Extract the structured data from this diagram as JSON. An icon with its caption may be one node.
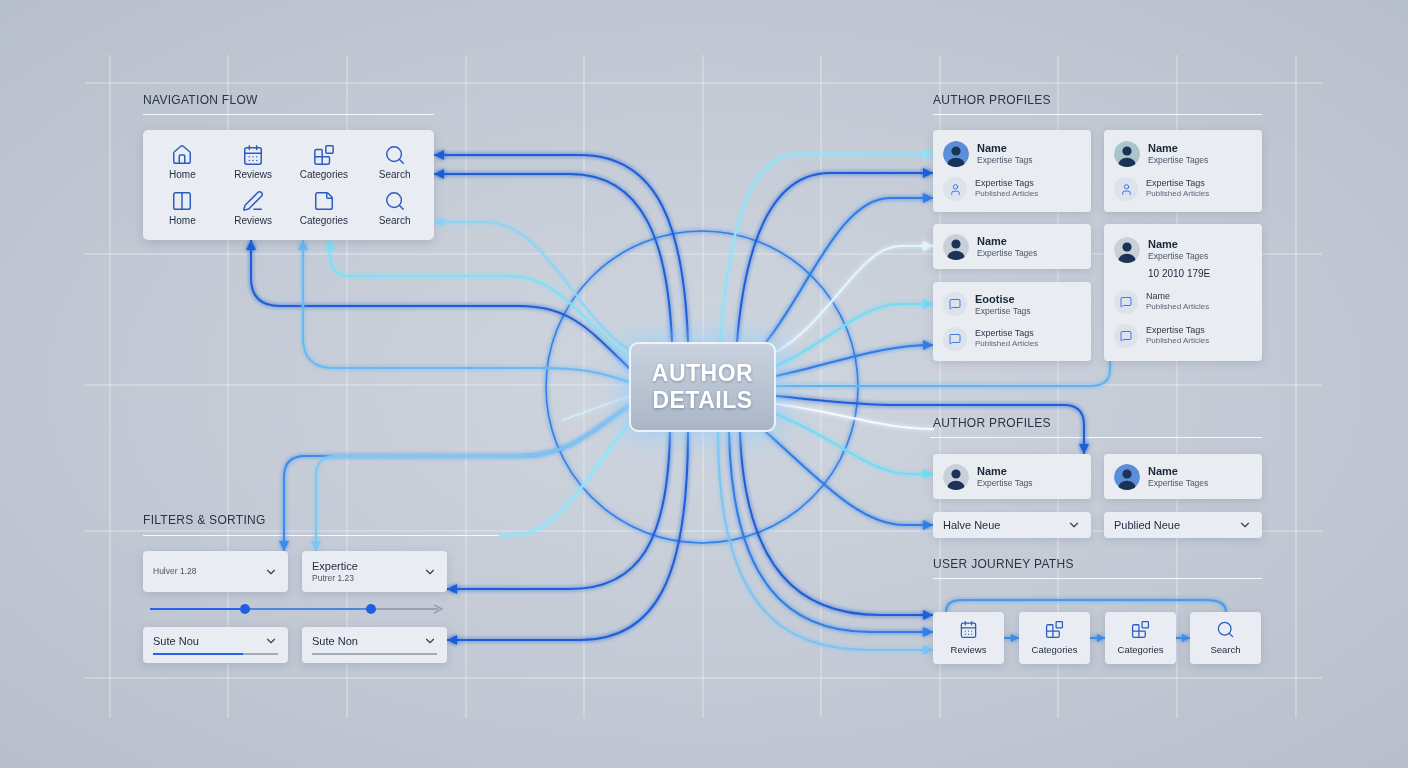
{
  "diagram": {
    "nodes": [
      {
        "text": [
          "Home",
          "Reviews",
          "Categories",
          "Search",
          "Home",
          "Reviews",
          "Categories",
          "Search"
        ]
      },
      {
        "text": [
          "Name",
          "Expertise Tags",
          "Expertise Tags",
          "Published Articles"
        ]
      },
      {
        "text": [
          "Name",
          "Expertise Tages",
          "Expertise Tags",
          "Published Articles"
        ]
      },
      {
        "text": [
          "Name",
          "Expertise Tages"
        ]
      },
      {
        "text": [
          "Name",
          "Expertise Tages",
          "10 2010 179E",
          "Name",
          "Published Articles",
          "Expertise Tags",
          "Published Articles"
        ]
      },
      {
        "text": [
          "Eootise",
          "Expertise Tags",
          "Expertise Tags",
          "Published Articles"
        ]
      },
      {
        "text": [
          "AUTHOR DETAILS"
        ]
      },
      {
        "text": [
          "Name",
          "Expertise Tags"
        ]
      },
      {
        "text": [
          "Name",
          "Expertise Tages"
        ]
      },
      {
        "text": [
          "Halve Neue"
        ]
      },
      {
        "text": [
          "Publied Neue"
        ]
      },
      {
        "text": [
          "Hulver 1.28"
        ]
      },
      {
        "text": [
          "Expertice",
          "Putrer 1.23"
        ]
      },
      {
        "text": [
          "Reviews"
        ]
      },
      {
        "text": [
          "Categories"
        ]
      },
      {
        "text": [
          "Categories"
        ]
      },
      {
        "text": [
          "Search"
        ]
      },
      {
        "text": [
          "Sute Nou"
        ]
      },
      {
        "text": [
          "Sute Non"
        ]
      },
      {
        "text": [
          "AUTHOR PROFILES"
        ]
      }
    ],
    "edges": [
      {
        "from": 6,
        "to": 0,
        "arrow": "to"
      },
      {
        "from": 6,
        "to": 0,
        "arrow": "to"
      },
      {
        "from": 6,
        "to": 0,
        "arrow": "to",
        "color": "#8fd3f7"
      },
      {
        "from": 6,
        "to": 0,
        "arrow": "to"
      },
      {
        "from": 6,
        "to": 0,
        "arrow": "to",
        "color": "#6cb8f2"
      },
      {
        "from": 6,
        "to": 0,
        "arrow": "to",
        "color": "#7fe0f7"
      },
      {
        "from": 6,
        "to": null,
        "arrow": "none",
        "color": "#d6f3ff"
      },
      {
        "from": 6,
        "to": 11,
        "arrow": "to",
        "color": "#3a8cef"
      },
      {
        "from": 6,
        "to": 12,
        "arrow": "to",
        "color": "#7cc8f5"
      },
      {
        "from": 6,
        "to": null,
        "arrow": "none",
        "color": "#8ee6fa"
      },
      {
        "from": 6,
        "to": 12,
        "arrow": "to"
      },
      {
        "from": 6,
        "to": 18,
        "arrow": "to"
      },
      {
        "from": 6,
        "to": 1,
        "arrow": "to",
        "color": "#8fe3fa"
      },
      {
        "from": 6,
        "to": 1,
        "arrow": "to"
      },
      {
        "from": 6,
        "to": 1,
        "arrow": "to",
        "color": "#2f7de8"
      },
      {
        "from": 6,
        "to": 3,
        "arrow": "to",
        "color": "#e3f6ff"
      },
      {
        "from": 6,
        "to": 5,
        "arrow": "to",
        "color": "#72dcf5"
      },
      {
        "from": 6,
        "to": 5,
        "arrow": "to",
        "color": "#2f7de8"
      },
      {
        "from": 6,
        "to": 4,
        "arrow": "none",
        "color": "#5fb3f0"
      },
      {
        "from": 6,
        "to": 7,
        "arrow": "to"
      },
      {
        "from": 6,
        "to": 19,
        "arrow": "none",
        "color": "#f4faff"
      },
      {
        "from": 6,
        "to": 7,
        "arrow": "to",
        "color": "#72dcf5"
      },
      {
        "from": 6,
        "to": 9,
        "arrow": "to",
        "color": "#2f7de8"
      },
      {
        "from": 6,
        "to": 13,
        "arrow": "to"
      },
      {
        "from": 6,
        "to": 13,
        "arrow": "to",
        "color": "#2f7de8"
      },
      {
        "from": 6,
        "to": 13,
        "arrow": "to",
        "color": "#7cc4f5"
      },
      {
        "from": 13,
        "to": 14,
        "arrow": "to",
        "color": "#3d8fe6"
      },
      {
        "from": 14,
        "to": 15,
        "arrow": "to",
        "color": "#3d8fe6"
      },
      {
        "from": 15,
        "to": 16,
        "arrow": "to",
        "color": "#3d8fe6"
      },
      {
        "from": 13,
        "to": 16,
        "arrow": "none",
        "color": "#4a9be8"
      }
    ],
    "labels": [
      "NAVIGATION FLOW",
      "AUTHOR PROFILES",
      "FILTERS & SORTING",
      "USER JOURNEY PATHS"
    ]
  }
}
